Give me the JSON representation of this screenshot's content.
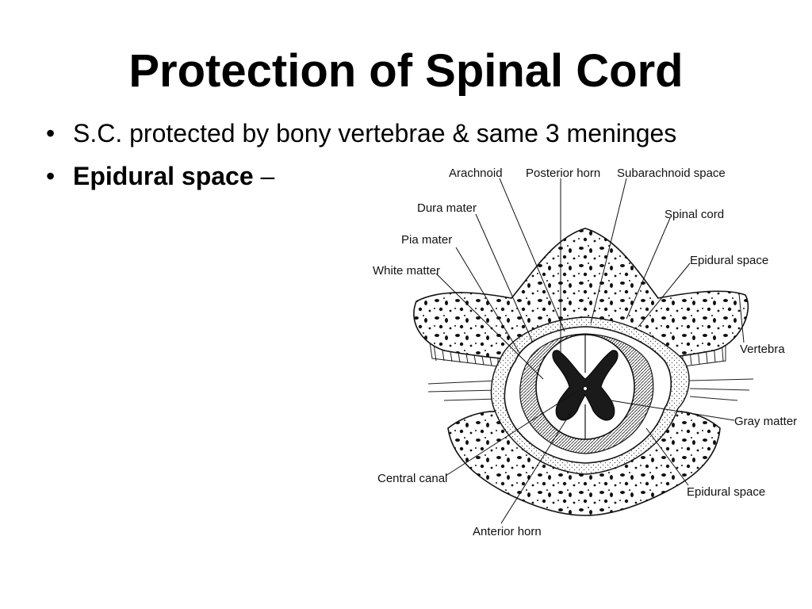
{
  "slide": {
    "title": "Protection of Spinal Cord",
    "bullets": [
      {
        "marker": "•",
        "text": "S.C. protected by bony vertebrae & same 3 meninges"
      },
      {
        "marker": "•",
        "bold": "Epidural space",
        "rest": " –"
      }
    ]
  },
  "diagram": {
    "labels": {
      "arachnoid": "Arachnoid",
      "posterior_horn": "Posterior horn",
      "subarachnoid_space": "Subarachnoid space",
      "dura_mater": "Dura mater",
      "spinal_cord": "Spinal cord",
      "pia_mater": "Pia mater",
      "epidural_space_top": "Epidural space",
      "white_matter": "White matter",
      "vertebra": "Vertebra",
      "gray_matter": "Gray matter",
      "central_canal": "Central canal",
      "epidural_space_bottom": "Epidural space",
      "anterior_horn": "Anterior horn"
    }
  }
}
